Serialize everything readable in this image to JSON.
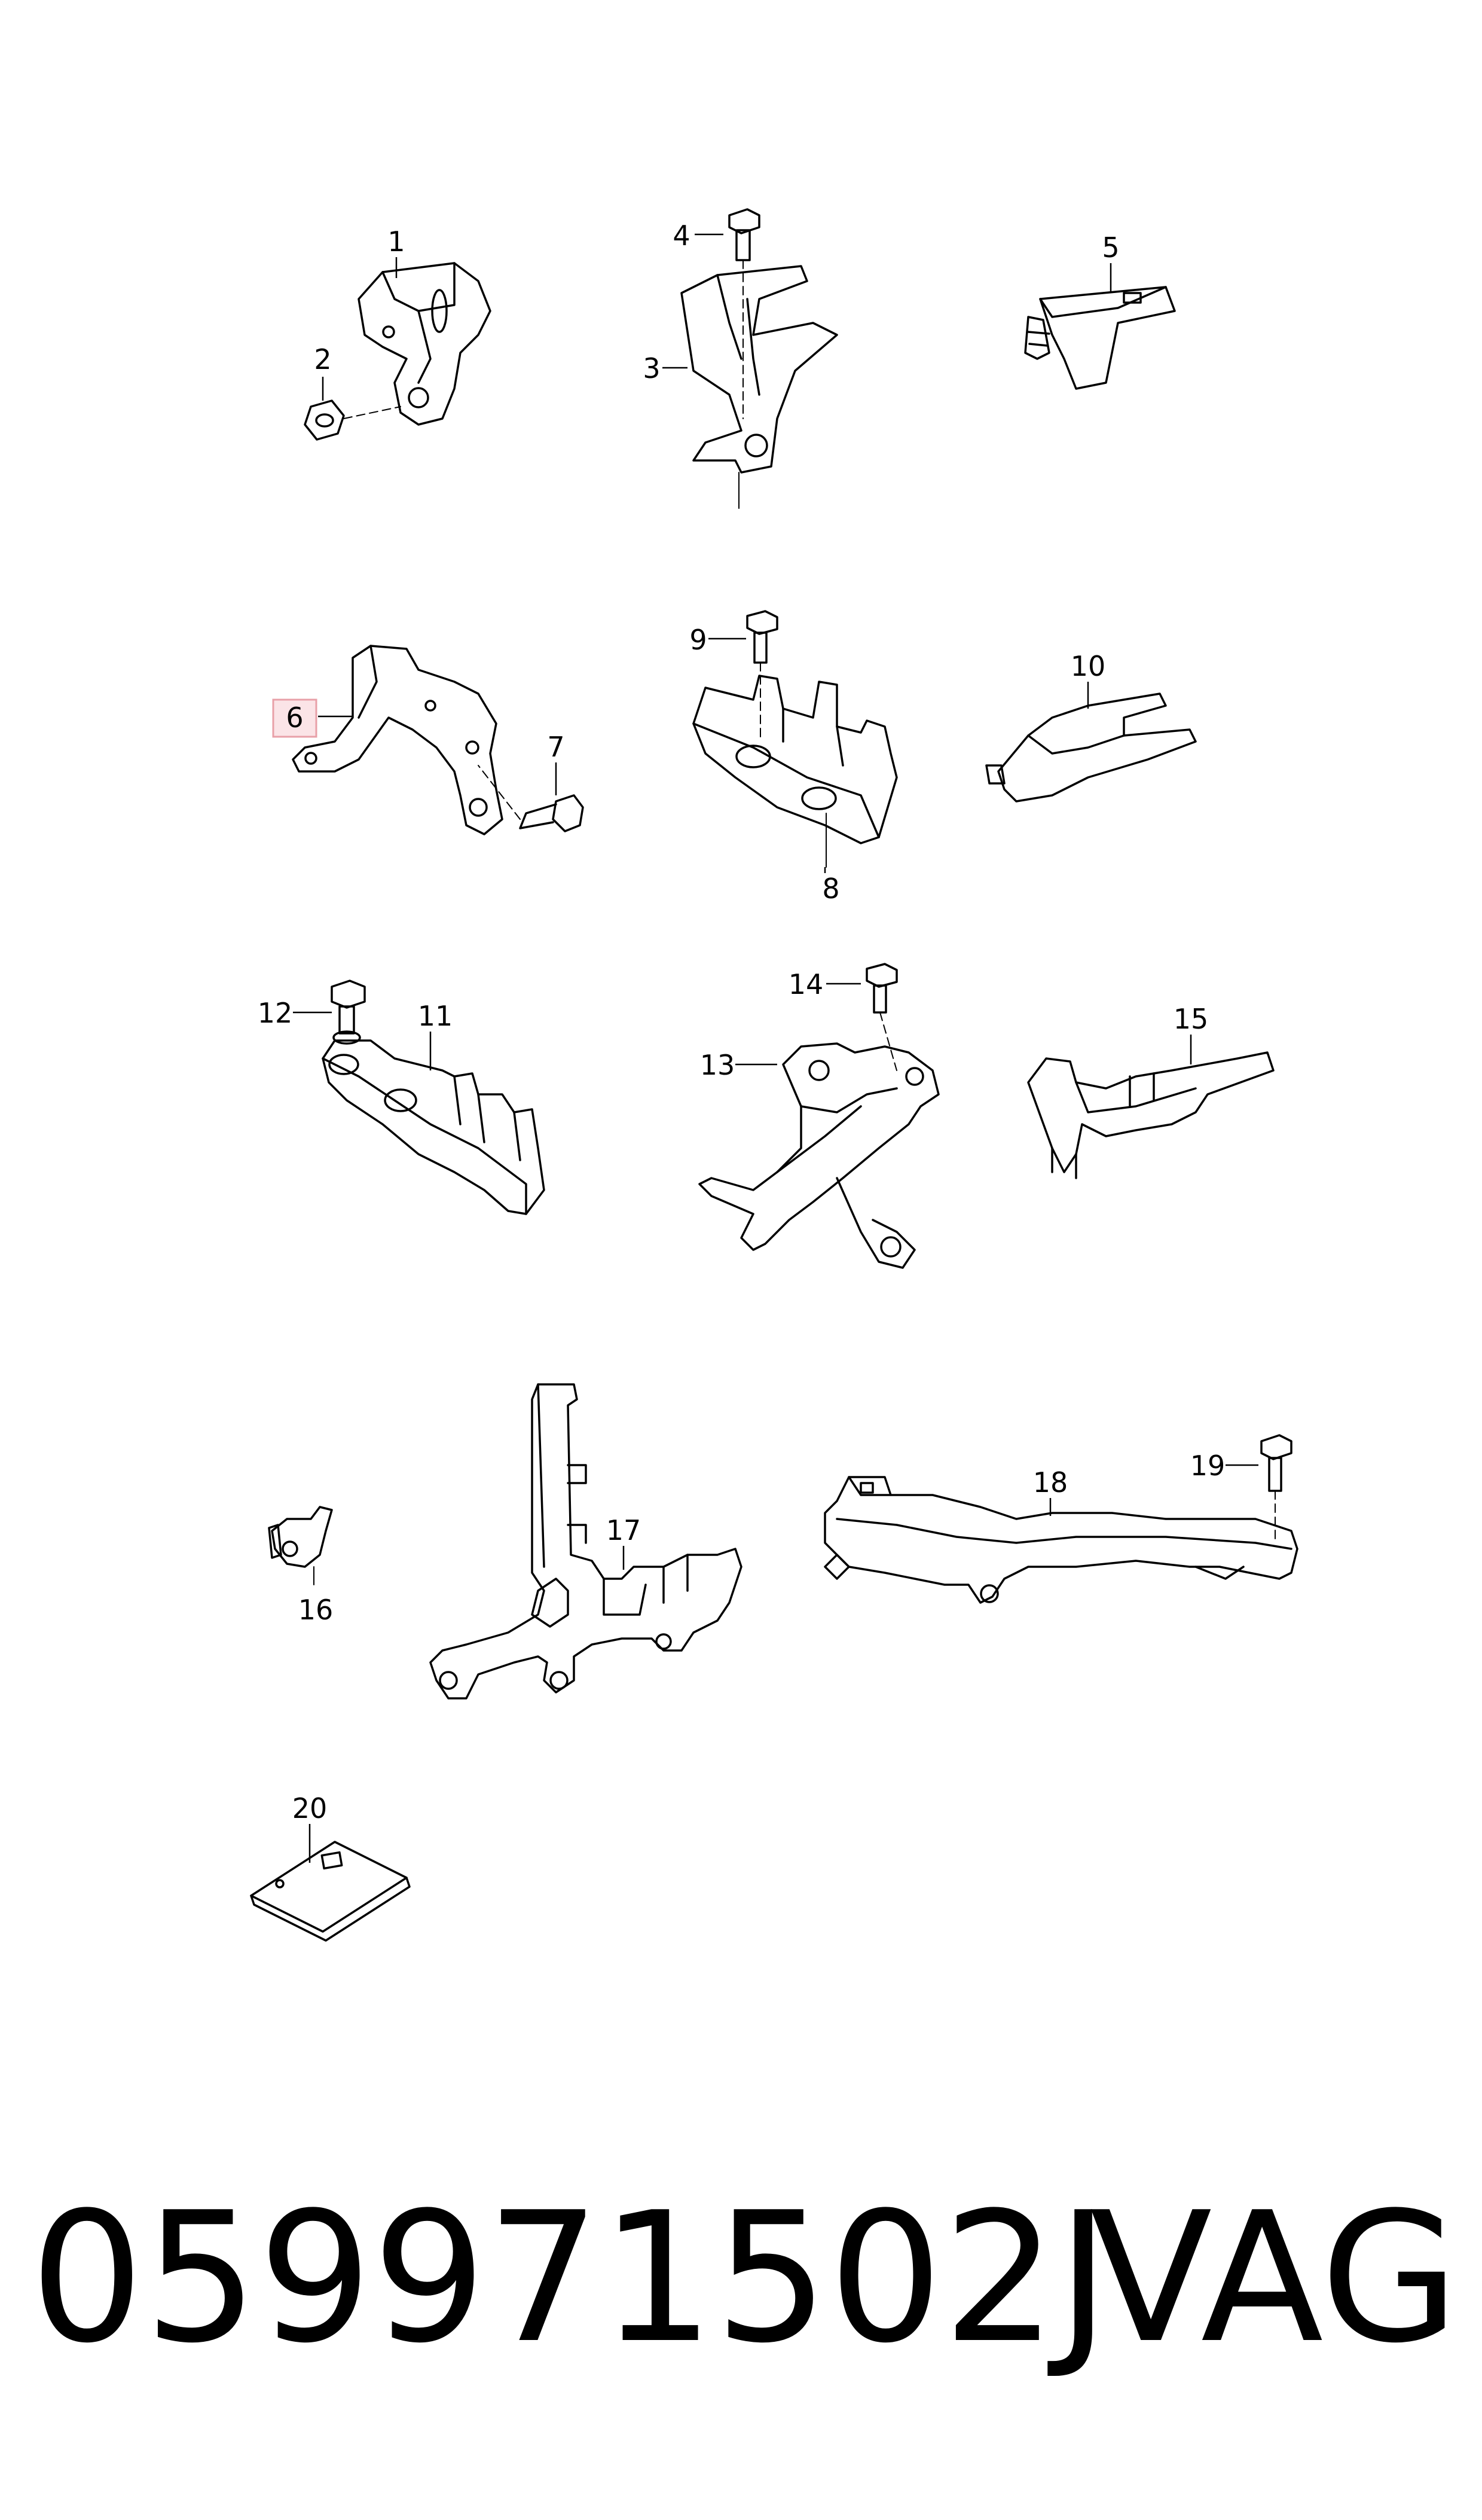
{
  "callouts": {
    "c1": "1",
    "c2": "2",
    "c3": "3",
    "c4": "4",
    "c5": "5",
    "c6": "6",
    "c7": "7",
    "c8": "8",
    "c9": "9",
    "c10": "10",
    "c11": "11",
    "c12": "12",
    "c13": "13",
    "c14": "14",
    "c15": "15",
    "c16": "16",
    "c17": "17",
    "c18": "18",
    "c19": "19",
    "c20": "20"
  },
  "highlighted_callout": "6",
  "colors": {
    "line": "#000000",
    "highlight_border": "#e8a0a8",
    "highlight_fill": "#fbe4e7",
    "background": "#ffffff"
  },
  "caption": {
    "part_number": "059971502J",
    "brand": "VAG"
  }
}
